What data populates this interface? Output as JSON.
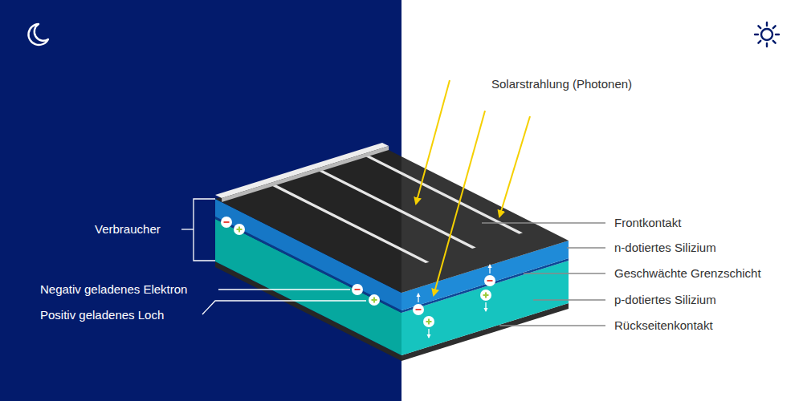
{
  "diagram": {
    "labels": [
      "Solarstrahlung (Photonen)",
      "Verbraucher",
      "Frontkontakt",
      "n-dotiertes Silizium",
      "Negativ geladenes Elektron",
      "Geschwächte Grenzschicht",
      "Positiv geladenes Loch",
      "p-dotiertes Silizium",
      "Rückseitenkontakt"
    ]
  }
}
